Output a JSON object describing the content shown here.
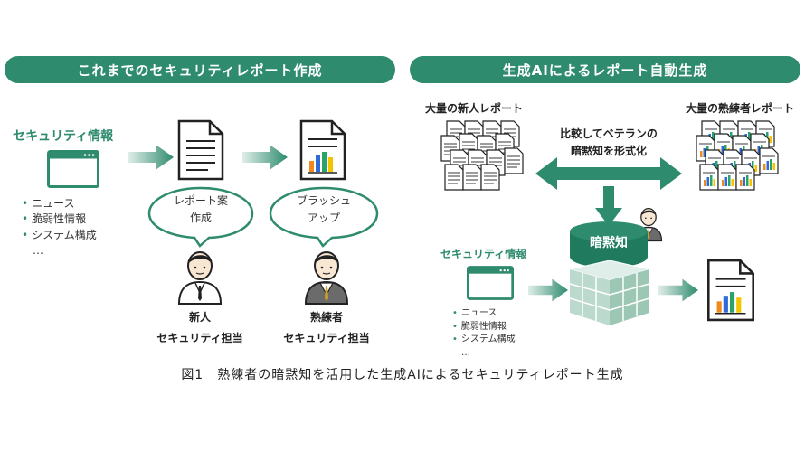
{
  "left": {
    "header": "これまでのセキュリティレポート作成",
    "info_title": "セキュリティ情報",
    "bullets": [
      "ニュース",
      "脆弱性情報",
      "システム構成",
      "…"
    ],
    "bubble1": [
      "レポート案",
      "作成"
    ],
    "bubble2": [
      "ブラッシュ",
      "アップ"
    ],
    "person1": [
      "新人",
      "セキュリティ担当"
    ],
    "person2": [
      "熟練者",
      "セキュリティ担当"
    ]
  },
  "right": {
    "header": "生成AIによるレポート自動生成",
    "new_reports": "大量の新人レポート",
    "expert_reports": "大量の熟練者レポート",
    "compare": [
      "比較してベテランの",
      "暗黙知を形式化"
    ],
    "tacit_label": "暗黙知",
    "info_title": "セキュリティ情報",
    "bullets": [
      "ニュース",
      "脆弱性情報",
      "システム構成",
      "…"
    ]
  },
  "caption": "図1　熟練者の暗黙知を活用した生成AIによるセキュリティレポート生成",
  "colors": {
    "accent": "#2e8b6e",
    "bar_orange": "#f08a1c",
    "bar_blue": "#2f6bd6",
    "bar_green": "#29a36a",
    "bar_yellow": "#f5c400"
  }
}
